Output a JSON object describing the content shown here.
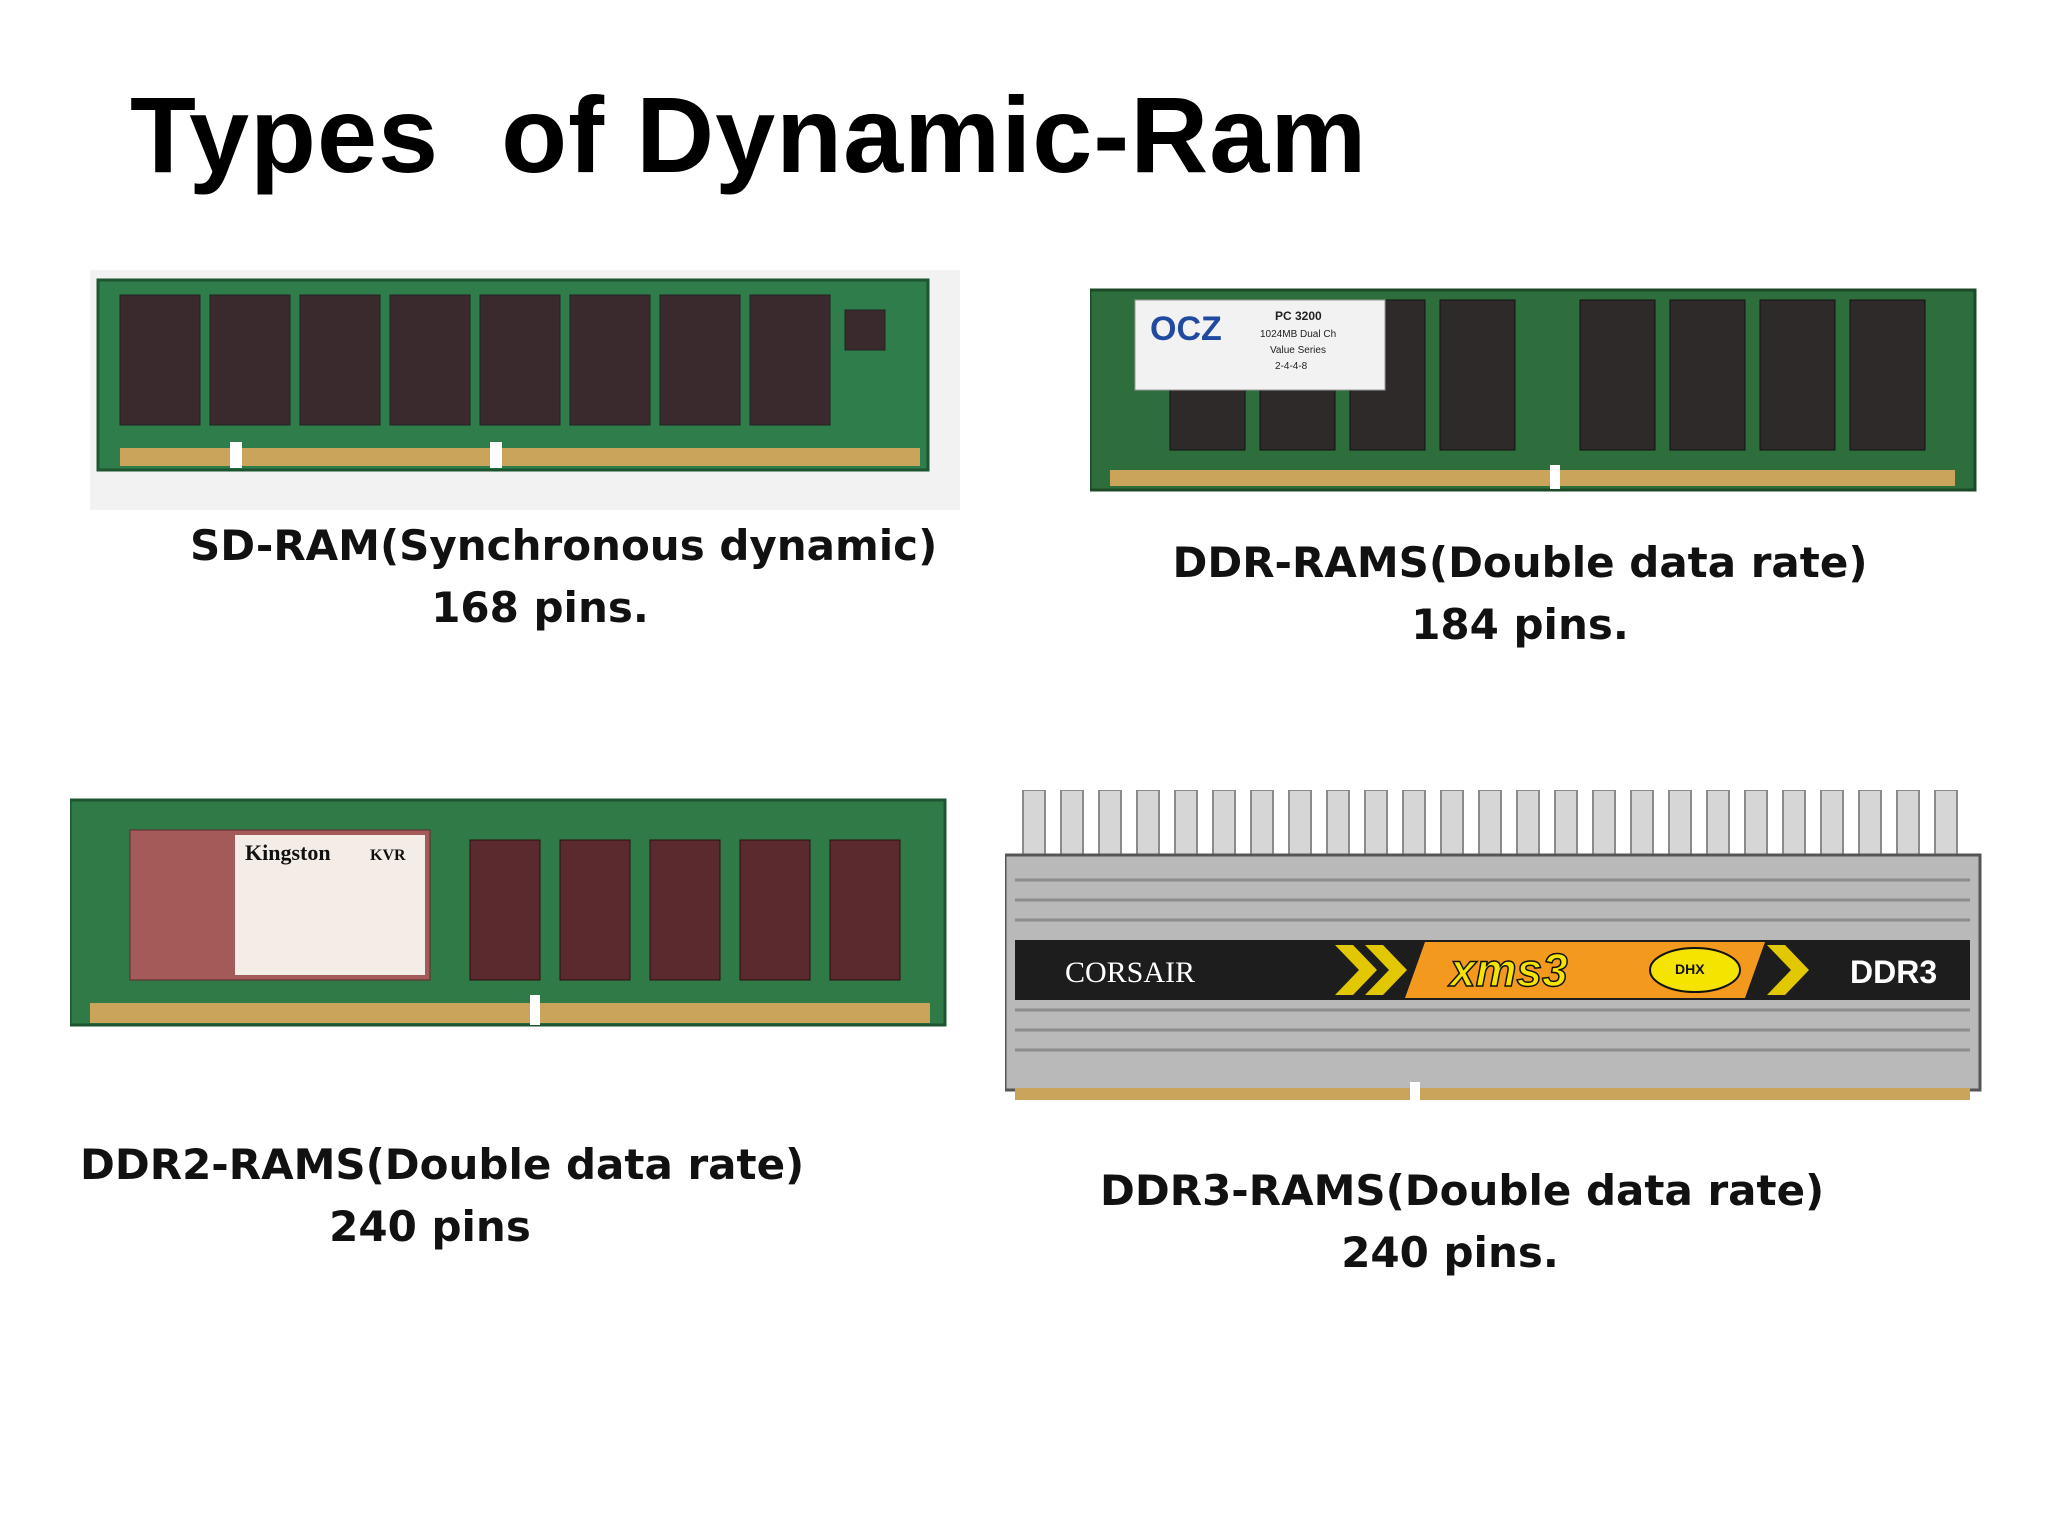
{
  "slide": {
    "title": "Types  of Dynamic-Ram"
  },
  "modules": [
    {
      "id": "sd-ram",
      "caption_line1": "SD-RAM(Synchronous dynamic)",
      "caption_line2": "168 pins."
    },
    {
      "id": "ddr-ram",
      "caption_line1": "DDR-RAMS(Double data rate)",
      "caption_line2": "184 pins.",
      "label_brand": "OCZ",
      "label_text": [
        "PC 3200",
        "1024MB Dual Ch",
        "Value Series",
        "2-4-4-8"
      ]
    },
    {
      "id": "ddr2-ram",
      "caption_line1": "DDR2-RAMS(Double data rate)",
      "caption_line2": "240 pins",
      "label_brand": "Kingston",
      "label_model": "KVR"
    },
    {
      "id": "ddr3-ram",
      "caption_line1": "DDR3-RAMS(Double data rate)",
      "caption_line2": "240 pins.",
      "brand": "CORSAIR",
      "product": "xms3",
      "badge": "DHX",
      "type_label": "DDR3"
    }
  ],
  "colors": {
    "pcb_green": "#2f7a46",
    "chip_dark": "#3a2a2c",
    "gold_contacts": "#c9a45a",
    "heatsink_silver": "#c8c8c8",
    "xms_orange": "#f39a1e"
  }
}
